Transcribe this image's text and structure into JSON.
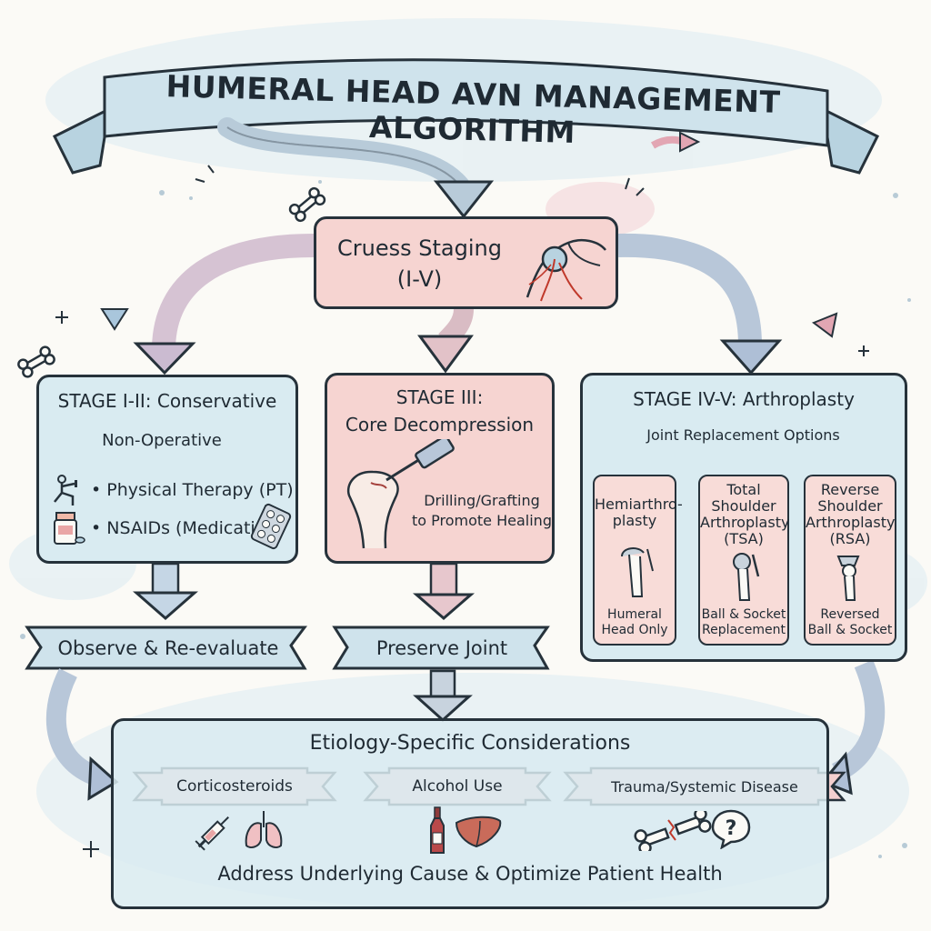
{
  "title": "HUMERAL HEAD AVN MANAGEMENT ALGORITHM",
  "staging": {
    "line1": "Cruess Staging",
    "line2": "(I-V)"
  },
  "stage12": {
    "title": "STAGE I-II: Conservative",
    "banner": "Non-Operative",
    "items": [
      "Physical Therapy (PT)",
      "NSAIDs (Medication)"
    ],
    "outcome": "Observe & Re-evaluate"
  },
  "stage3": {
    "title_line1": "STAGE III:",
    "title_line2": "Core Decompression",
    "desc_line1": "Drilling/Grafting",
    "desc_line2": "to Promote Healing",
    "outcome": "Preserve Joint"
  },
  "stage45": {
    "title": "STAGE IV-V: Arthroplasty",
    "banner": "Joint Replacement Options",
    "options": [
      {
        "title": [
          "Hemiarthro-",
          "plasty"
        ],
        "desc": [
          "Humeral",
          "Head Only"
        ]
      },
      {
        "title": [
          "Total",
          "Shoulder",
          "Arthroplasty",
          "(TSA)"
        ],
        "desc": [
          "Ball & Socket",
          "Replacement"
        ]
      },
      {
        "title": [
          "Reverse",
          "Shoulder",
          "Arthroplasty",
          "(RSA)"
        ],
        "desc": [
          "Reversed",
          "Ball & Socket"
        ]
      }
    ]
  },
  "etiology": {
    "title": "Etiology-Specific Considerations",
    "factors": [
      "Corticosteroids",
      "Alcohol Use",
      "Trauma/Systemic Disease"
    ],
    "footer": "Address Underlying Cause & Optimize Patient Health"
  },
  "colors": {
    "blue_fill": "#d9ebf1",
    "pink_fill": "#f6d4d1",
    "ink": "#26323b",
    "arrow_blue": "#b8cbd9",
    "arrow_pink": "#e6c4cc"
  },
  "icons": [
    "bone-icon",
    "shoulder-anatomy-icon",
    "drill-icon",
    "exercise-icon",
    "pill-bottle-icon",
    "blister-pack-icon",
    "syringe-icon",
    "lungs-icon",
    "liquor-bottle-icon",
    "liver-icon",
    "broken-bone-icon",
    "question-bubble-icon"
  ]
}
